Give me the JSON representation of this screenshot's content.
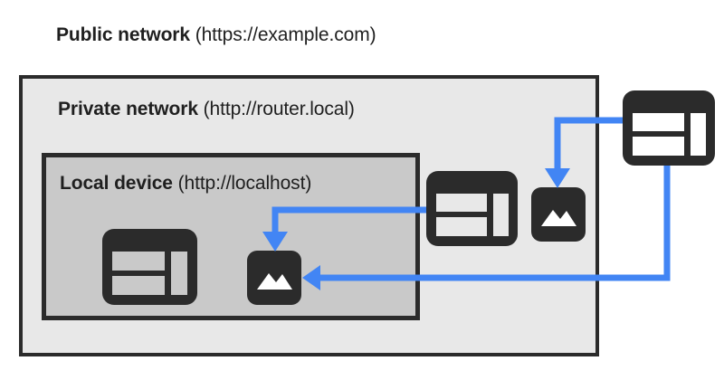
{
  "diagram": {
    "title_bold": "Public network",
    "title_rest": " (https://example.com)",
    "zones": [
      {
        "id": "public",
        "name_bold": "Public network",
        "url": "(https://example.com)",
        "fill": "#ffffff",
        "border": "none"
      },
      {
        "id": "private",
        "name_bold": "Private network",
        "url": "(http://router.local)",
        "fill": "#e8e8e8",
        "border": "#2b2b2b"
      },
      {
        "id": "local",
        "name_bold": "Local device",
        "url": "(http://localhost)",
        "fill": "#c9c9c9",
        "border": "#2b2b2b"
      }
    ],
    "labels": {
      "private_bold": "Private network",
      "private_rest": " (http://router.local)",
      "local_bold": "Local device",
      "local_rest": " (http://localhost)"
    },
    "icons": [
      {
        "id": "browser-local",
        "type": "browser-window-icon",
        "zone": "local",
        "fill": "#2b2b2b",
        "panel": "#c9c9c9"
      },
      {
        "id": "image-local",
        "type": "image-photo-icon",
        "zone": "local",
        "fill": "#2b2b2b",
        "glyph": "#ffffff"
      },
      {
        "id": "browser-private",
        "type": "browser-window-icon",
        "zone": "private",
        "fill": "#2b2b2b",
        "panel": "#e8e8e8"
      },
      {
        "id": "image-private",
        "type": "image-photo-icon",
        "zone": "private",
        "fill": "#2b2b2b",
        "glyph": "#ffffff"
      },
      {
        "id": "browser-public",
        "type": "browser-window-icon",
        "zone": "public",
        "fill": "#2b2b2b",
        "panel": "#ffffff"
      }
    ],
    "arrows": [
      {
        "id": "public-to-private-image",
        "from": "browser-public",
        "to": "image-private",
        "color": "#4285f4",
        "direction": "left-then-down"
      },
      {
        "id": "private-to-local-image",
        "from": "browser-private",
        "to": "image-local",
        "color": "#4285f4",
        "direction": "left-then-down"
      },
      {
        "id": "public-to-local-image",
        "from": "browser-public",
        "to": "image-local",
        "color": "#4285f4",
        "direction": "down-then-left"
      }
    ],
    "colors": {
      "accent_blue": "#4285f4",
      "ink": "#2b2b2b",
      "text": "#1f1f1f",
      "private_fill": "#e8e8e8",
      "local_fill": "#c9c9c9",
      "page_bg": "#ffffff"
    }
  }
}
